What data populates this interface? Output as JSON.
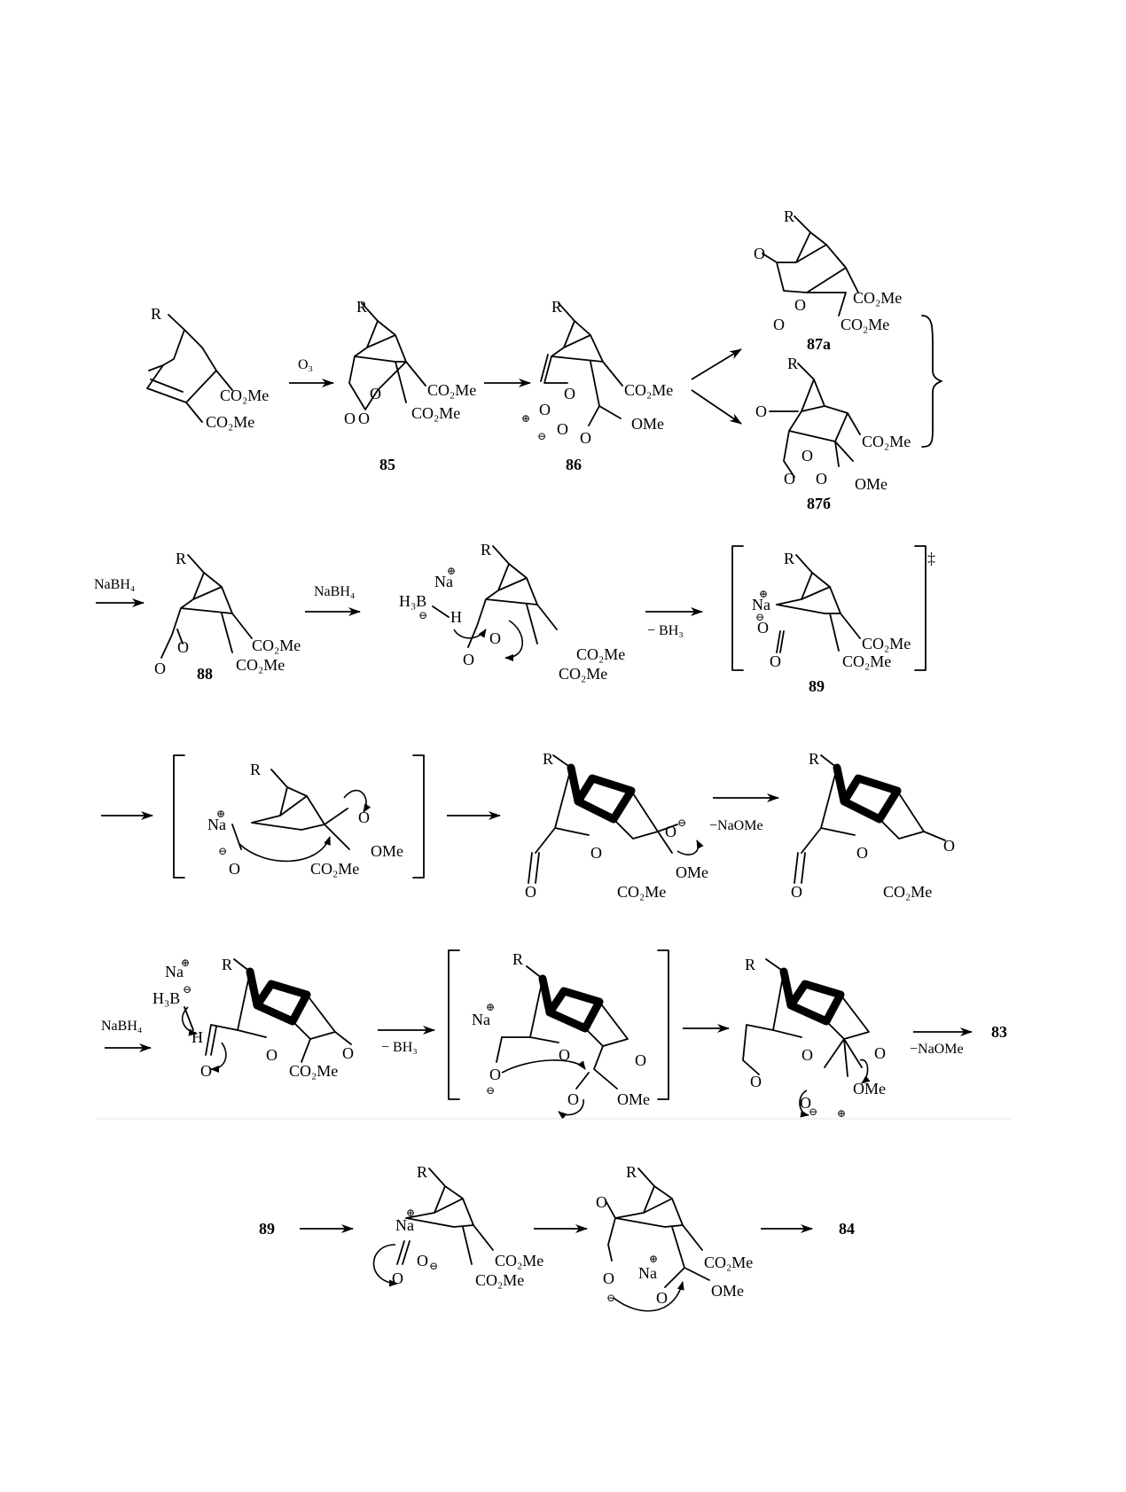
{
  "substituents": {
    "r": "R",
    "ester": "CO₂Me",
    "methoxy": "OMe",
    "oxygen": "O",
    "sodium": "Na",
    "borane": "H₃B",
    "hydride": "H"
  },
  "charges": {
    "plus": "⊕",
    "minus": "⊖",
    "dagger": "‡"
  },
  "reagents": {
    "ozone": "O₃",
    "sodium_borohydride": "NaBH₄",
    "minus_borane": "− BH₃",
    "minus_sodium_methoxide": "−NaOMe"
  },
  "compounds": {
    "ozonide": "85",
    "carbonyl_oxide": "86",
    "secondary_ozonide_a": "87a",
    "secondary_ozonide_b": "87б",
    "aldehyde": "88",
    "alkoxide_ts": "89",
    "final_83": "83",
    "start_89": "89",
    "final_84": "84"
  }
}
